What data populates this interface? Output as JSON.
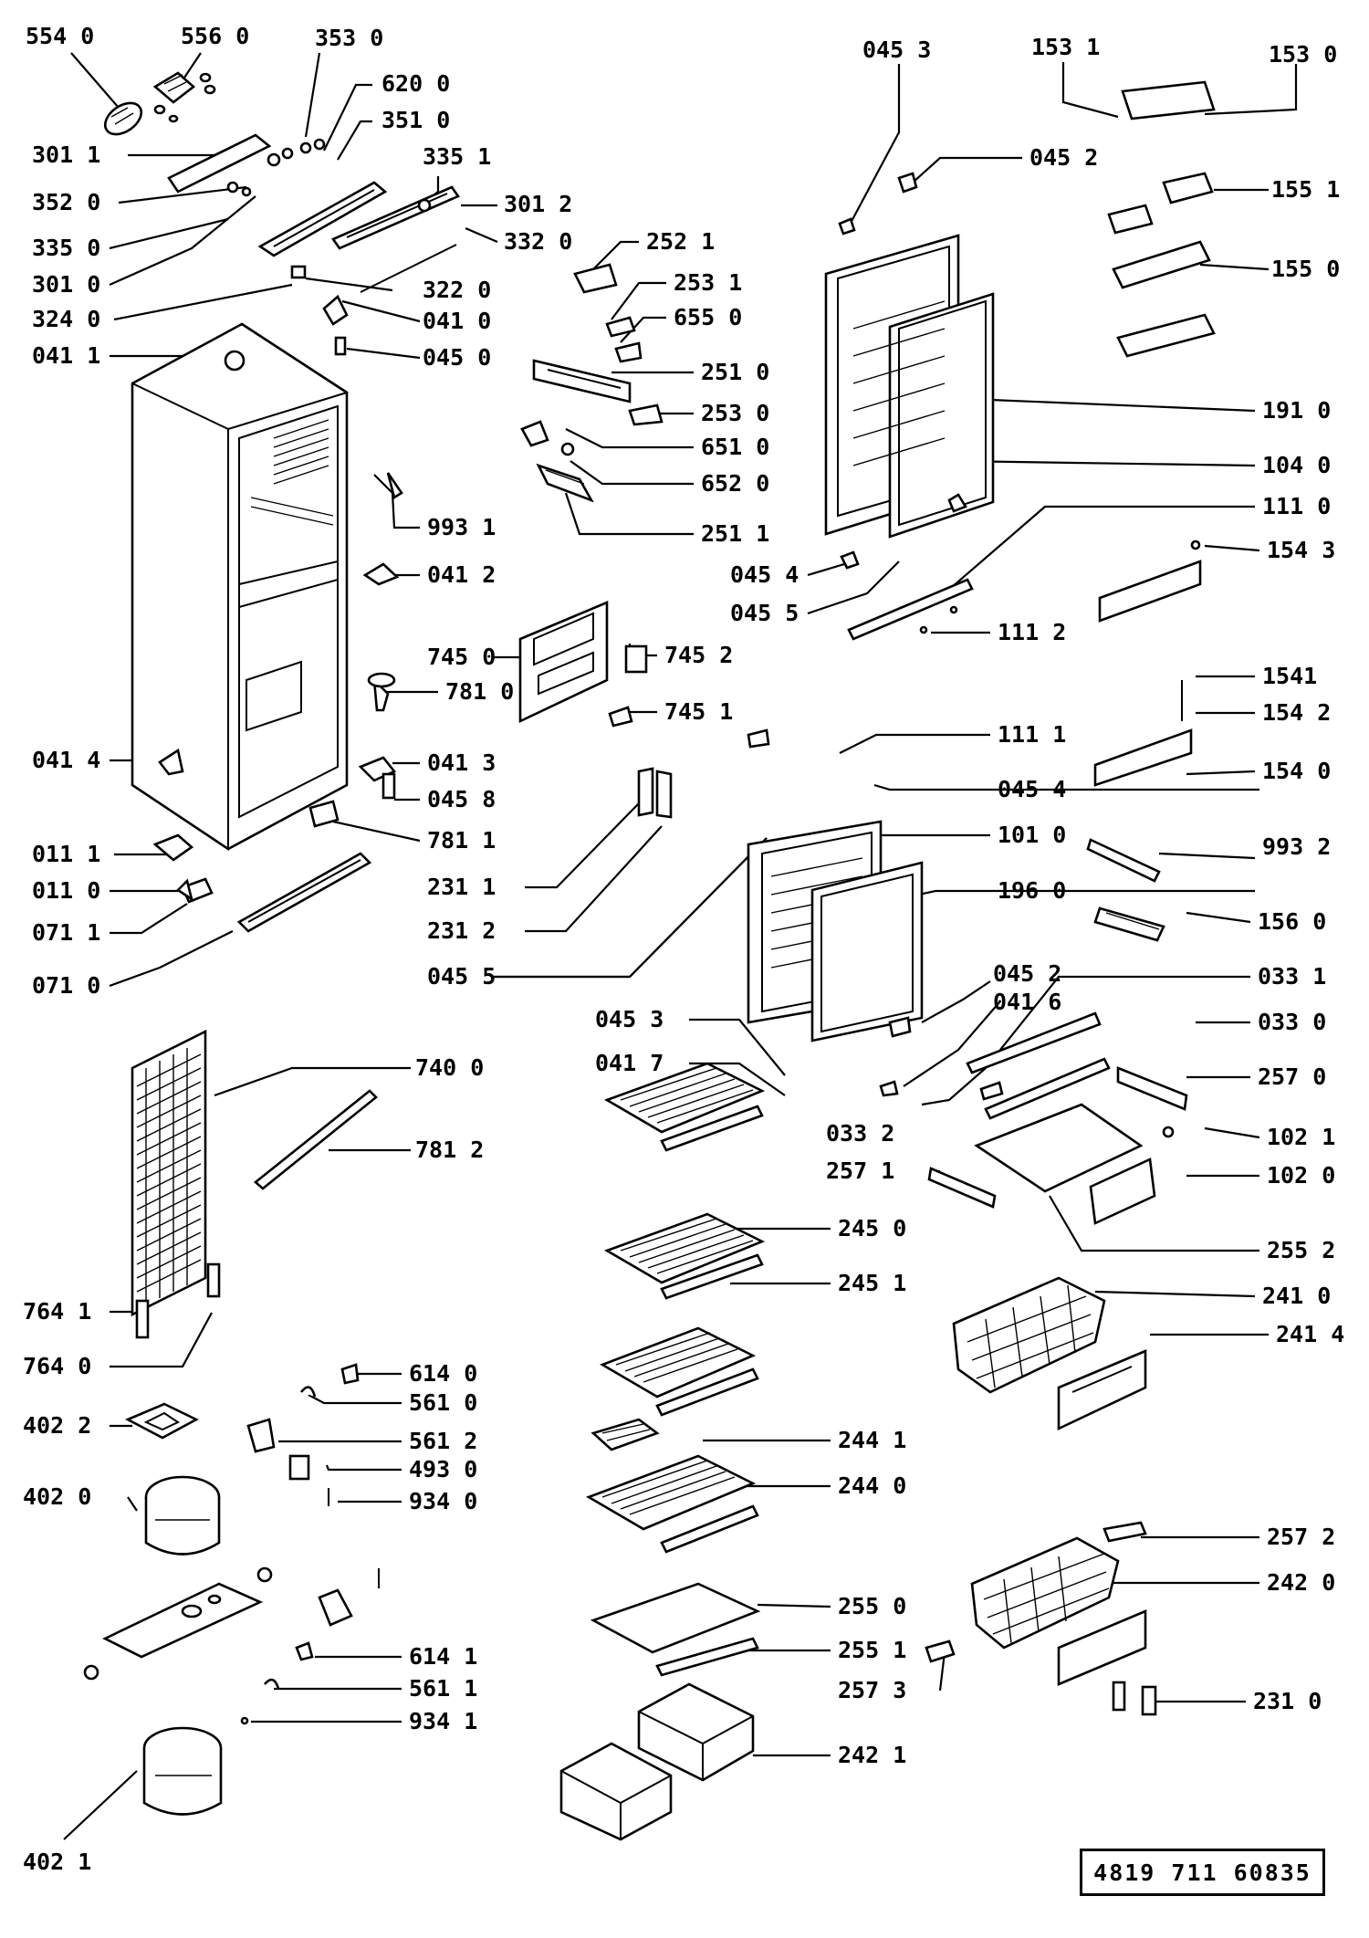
{
  "drawing_number": "4819 711 60835",
  "labels": {
    "p5540": "554 0",
    "p5560": "556 0",
    "p3530": "353 0",
    "p6200": "620 0",
    "p3510": "351 0",
    "p3011": "301 1",
    "p3351": "335 1",
    "p3520": "352 0",
    "p3012": "301 2",
    "p3350": "335 0",
    "p3320": "332 0",
    "p3010": "301 0",
    "p3220": "322 0",
    "p3240": "324 0",
    "p0410": "041 0",
    "p0450": "045 0",
    "p0411": "041 1",
    "p9931": "993 1",
    "p0412": "041 2",
    "p7450": "745 0",
    "p7452": "745 2",
    "p7810": "781 0",
    "p7451": "745 1",
    "p0414": "041 4",
    "p0413": "041 3",
    "p0458": "045 8",
    "p7811": "781 1",
    "p0111": "011 1",
    "p2311": "231 1",
    "p0110": "011 0",
    "p0711": "071 1",
    "p2312": "231 2",
    "p0710": "071 0",
    "p0455a": "045 5",
    "p7400": "740 0",
    "p7812": "781 2",
    "p7641": "764 1",
    "p7640": "764 0",
    "p6140": "614 0",
    "p5610": "561 0",
    "p4022": "402 2",
    "p5612": "561 2",
    "p4930": "493 0",
    "p4020": "402 0",
    "p9340": "934 0",
    "p6141": "614 1",
    "p5611": "561 1",
    "p9341": "934 1",
    "p4021": "402 1",
    "p2521": "252 1",
    "p2531": "253 1",
    "p6550": "655 0",
    "p2510": "251 0",
    "p2530": "253 0",
    "p6510": "651 0",
    "p6520": "652 0",
    "p2511": "251 1",
    "p0453a": "045 3",
    "p1531": "153 1",
    "p1530": "153 0",
    "p0452a": "045 2",
    "p1551": "155 1",
    "p1550": "155 0",
    "p1910": "191 0",
    "p1040": "104 0",
    "p1110": "111 0",
    "p1543": "154 3",
    "p0454a": "045 4",
    "p0455b": "045 5",
    "p1112": "111 2",
    "p1541": "1541",
    "p1542": "154 2",
    "p1111": "111 1",
    "p1540": "154 0",
    "p0454b": "045 4",
    "p1010": "101 0",
    "p9932": "993 2",
    "p1960": "196 0",
    "p1560": "156 0",
    "p0452b": "045 2",
    "p0331": "033 1",
    "p0453b": "045 3",
    "p0416": "041 6",
    "p0330": "033 0",
    "p0417": "041 7",
    "p2570": "257 0",
    "p0332": "033 2",
    "p1021": "102 1",
    "p2571": "257 1",
    "p1020": "102 0",
    "p2552": "255 2",
    "p2450": "245 0",
    "p2451": "245 1",
    "p2410": "241 0",
    "p2414": "241 4",
    "p2441": "244 1",
    "p2440": "244 0",
    "p2572": "257 2",
    "p2550": "255 0",
    "p2420": "242 0",
    "p2551": "255 1",
    "p2573": "257 3",
    "p2310": "231 0",
    "p2421": "242 1"
  }
}
